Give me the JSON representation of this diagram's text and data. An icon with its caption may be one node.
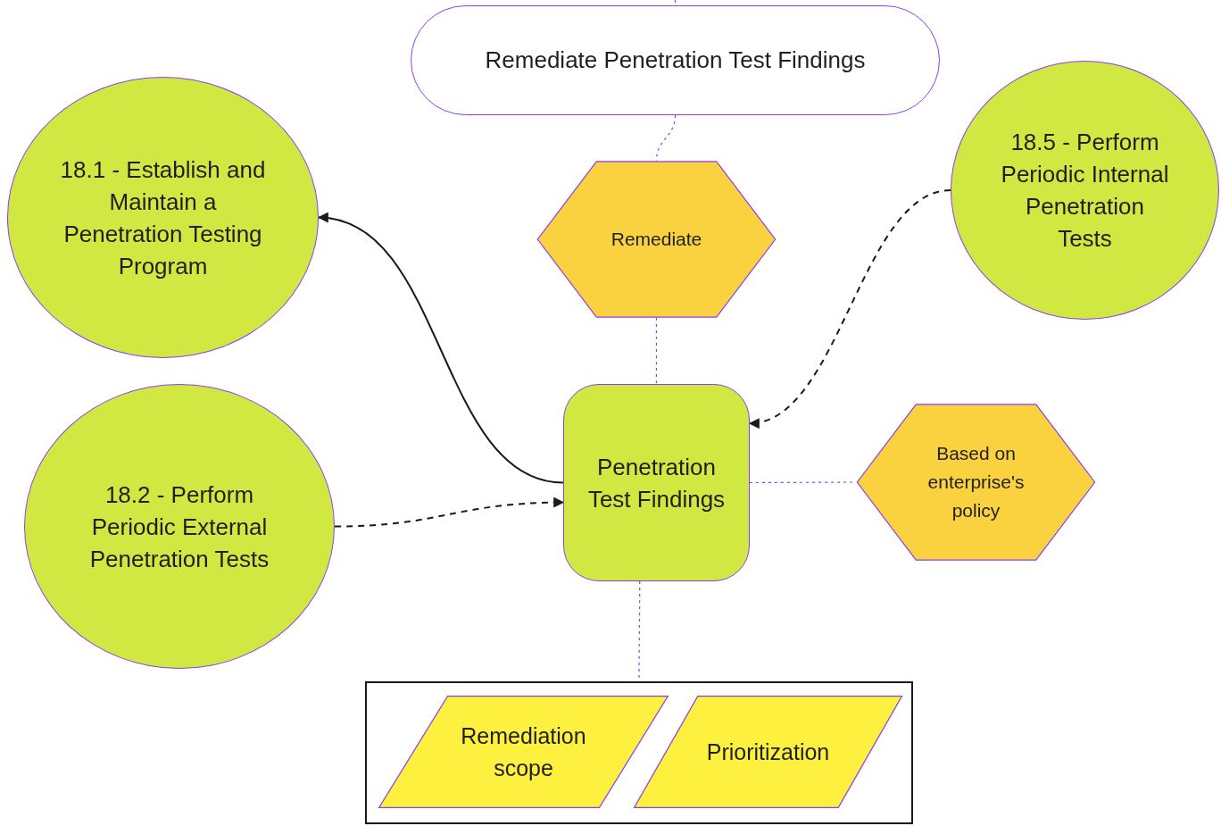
{
  "diagram": {
    "nodes": [
      {
        "text": [
          "Remediate Penetration Test Findings"
        ]
      },
      {
        "text": [
          "18.1 - Establish and Maintain a Penetration Testing Program"
        ]
      },
      {
        "text": [
          "Remediate"
        ]
      },
      {
        "text": [
          "18.5 - Perform Periodic Internal Penetration Tests"
        ]
      },
      {
        "text": [
          "Penetration Test Findings"
        ]
      },
      {
        "text": [
          "18.2 - Perform Periodic External Penetration Tests"
        ]
      },
      {
        "text": [
          "Based on enterprise's policy"
        ]
      },
      {
        "text": [],
        "shape": "box"
      },
      {
        "text": [
          "Remediation scope"
        ],
        "in": 7
      },
      {
        "text": [
          "Prioritization"
        ],
        "in": 7
      }
    ],
    "edges": [
      {
        "from": null,
        "to": 0,
        "arrow": "none",
        "style": "dashed"
      },
      {
        "from": 0,
        "to": 2,
        "arrow": "none",
        "style": "dashed"
      },
      {
        "from": 2,
        "to": 4,
        "arrow": "none",
        "style": "dashed"
      },
      {
        "from": 4,
        "to": 6,
        "arrow": "none",
        "style": "dashed"
      },
      {
        "from": 4,
        "to": 7,
        "arrow": "none",
        "style": "dashed"
      },
      {
        "from": 4,
        "to": 1,
        "arrow": "to",
        "color": "#1a1a1a"
      },
      {
        "from": 5,
        "to": 4,
        "arrow": "to",
        "style": "dashed",
        "color": "#1a1a1a"
      },
      {
        "from": 3,
        "to": 4,
        "arrow": "to",
        "style": "dashed",
        "color": "#1a1a1a"
      }
    ]
  }
}
